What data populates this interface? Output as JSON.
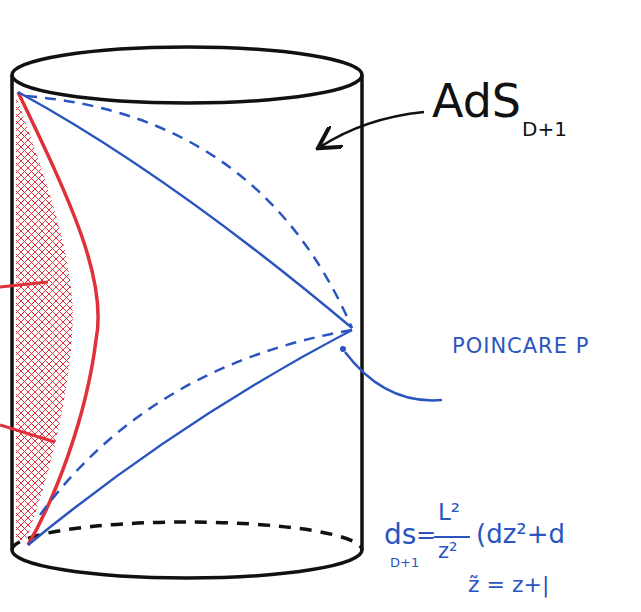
{
  "diagram": {
    "labels": [
      "AdS",
      "D+1",
      "POINCARE P",
      "ds",
      "D+1",
      "=",
      "L²",
      "z²",
      "(dz²+d",
      "z̃ = z+|"
    ]
  }
}
